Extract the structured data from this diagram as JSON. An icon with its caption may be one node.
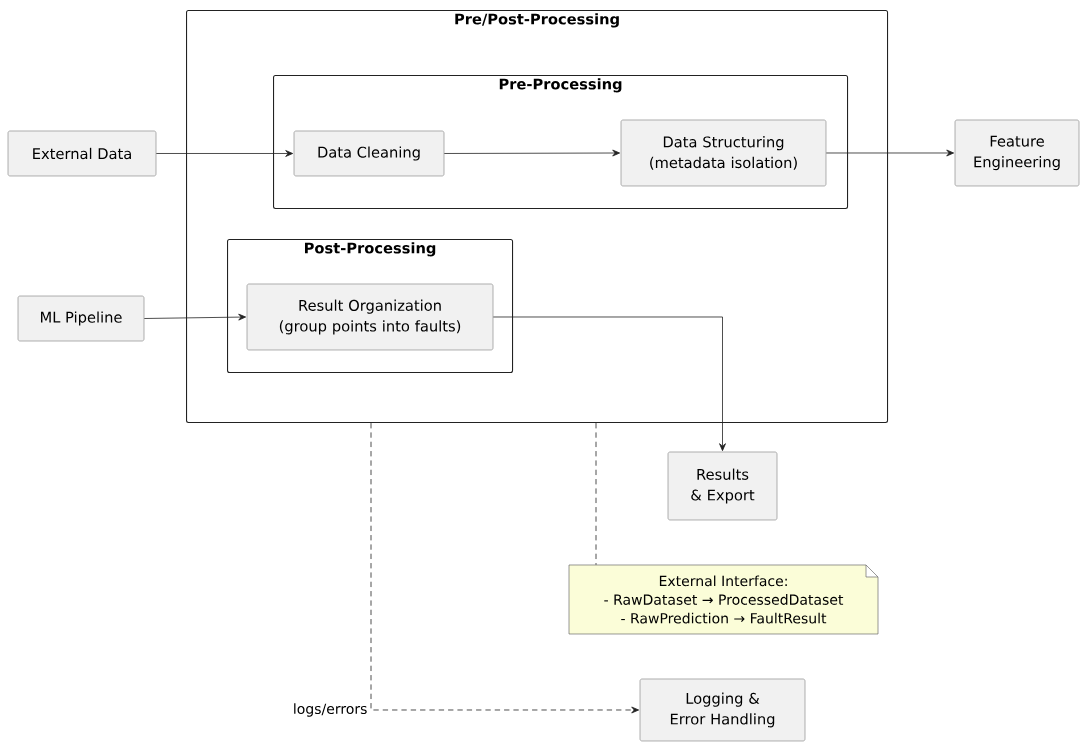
{
  "diagram": {
    "nodes": [
      {
        "text": [
          "Pre/Post-Processing"
        ]
      },
      {
        "text": [
          "Pre-Processing"
        ],
        "in": 0
      },
      {
        "text": [
          "Data Cleaning"
        ],
        "in": 1
      },
      {
        "text": [
          "Data Structuring (metadata isolation)"
        ],
        "in": 1
      },
      {
        "text": [
          "Post-Processing"
        ],
        "in": 0
      },
      {
        "text": [
          "Result Organization (group points into faults)"
        ],
        "in": 4
      },
      {
        "text": [
          "External Data"
        ]
      },
      {
        "text": [
          "Feature Engineering"
        ]
      },
      {
        "text": [
          "ML Pipeline"
        ]
      },
      {
        "text": [
          "Results & Export"
        ]
      },
      {
        "text": [
          "External Interface:",
          "- RawDataset → ProcessedDataset",
          "- RawPrediction → FaultResult"
        ]
      },
      {
        "text": [
          "Logging & Error Handling"
        ]
      }
    ],
    "edges": [
      {
        "from": 6,
        "to": 2,
        "arrow": "to"
      },
      {
        "from": 2,
        "to": 3,
        "arrow": "to"
      },
      {
        "from": 3,
        "to": 7,
        "arrow": "to"
      },
      {
        "from": 8,
        "to": 5,
        "arrow": "to"
      },
      {
        "from": 5,
        "to": 9,
        "arrow": "to"
      },
      {
        "from": 0,
        "to": 10,
        "arrow": "none",
        "style": "dashed"
      },
      {
        "from": 0,
        "to": 11,
        "arrow": "to",
        "style": "dashed",
        "label": "logs/errors"
      }
    ]
  }
}
